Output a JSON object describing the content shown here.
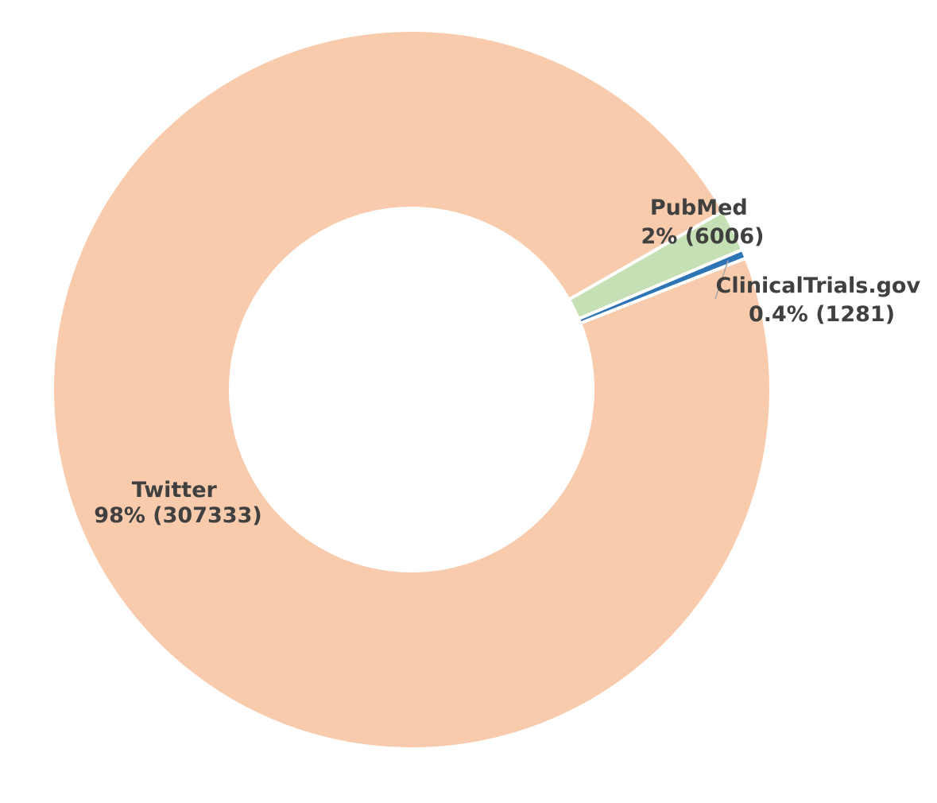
{
  "chart_data": {
    "type": "pie",
    "donut": true,
    "title": "",
    "slices": [
      {
        "name": "Twitter",
        "value": 307333,
        "percent_label": "98% (307333)",
        "color": "#f8cbad"
      },
      {
        "name": "PubMed",
        "value": 6006,
        "percent_label": "2% (6006)",
        "color": "#c5e0b4"
      },
      {
        "name": "ClinicalTrials.gov",
        "value": 1281,
        "percent_label": "0.4% (1281)",
        "color": "#2e75b6"
      }
    ],
    "legend": "none",
    "label_color": "#404040",
    "leader_line_color": "#a6a6a6"
  }
}
